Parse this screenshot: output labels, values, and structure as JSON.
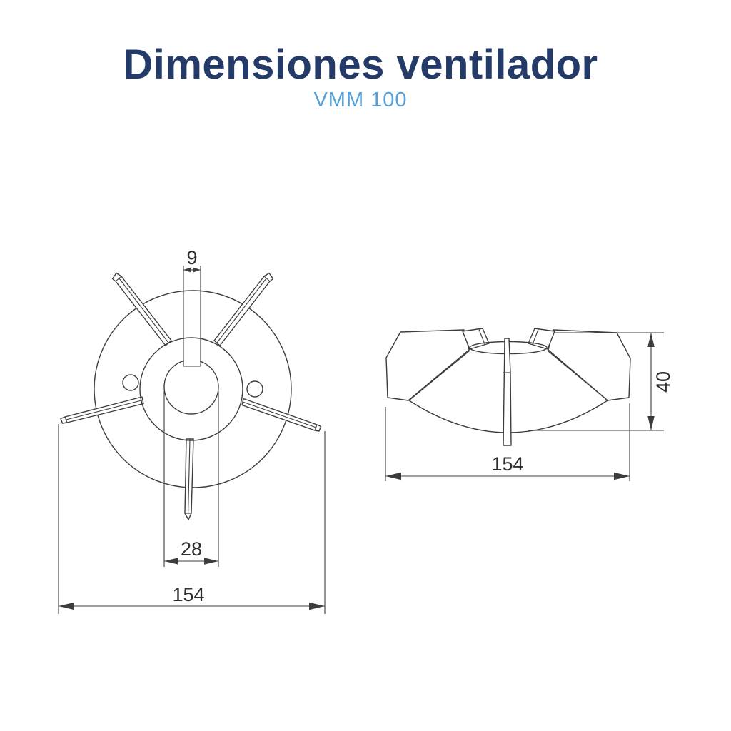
{
  "header": {
    "title": "Dimensiones ventilador",
    "subtitle": "VMM 100"
  },
  "colors": {
    "title": "#243A68",
    "subtitle": "#55A0D9",
    "line": "#3D3D3D",
    "dimension_text": "#2E2E2E",
    "background": "#FFFFFF"
  },
  "views": {
    "front": {
      "name": "front-view",
      "dimensions": {
        "keyway_width": "9",
        "bore_diameter": "28",
        "overall_diameter": "154"
      }
    },
    "side": {
      "name": "side-view",
      "dimensions": {
        "height": "40",
        "overall_diameter": "154"
      }
    }
  }
}
